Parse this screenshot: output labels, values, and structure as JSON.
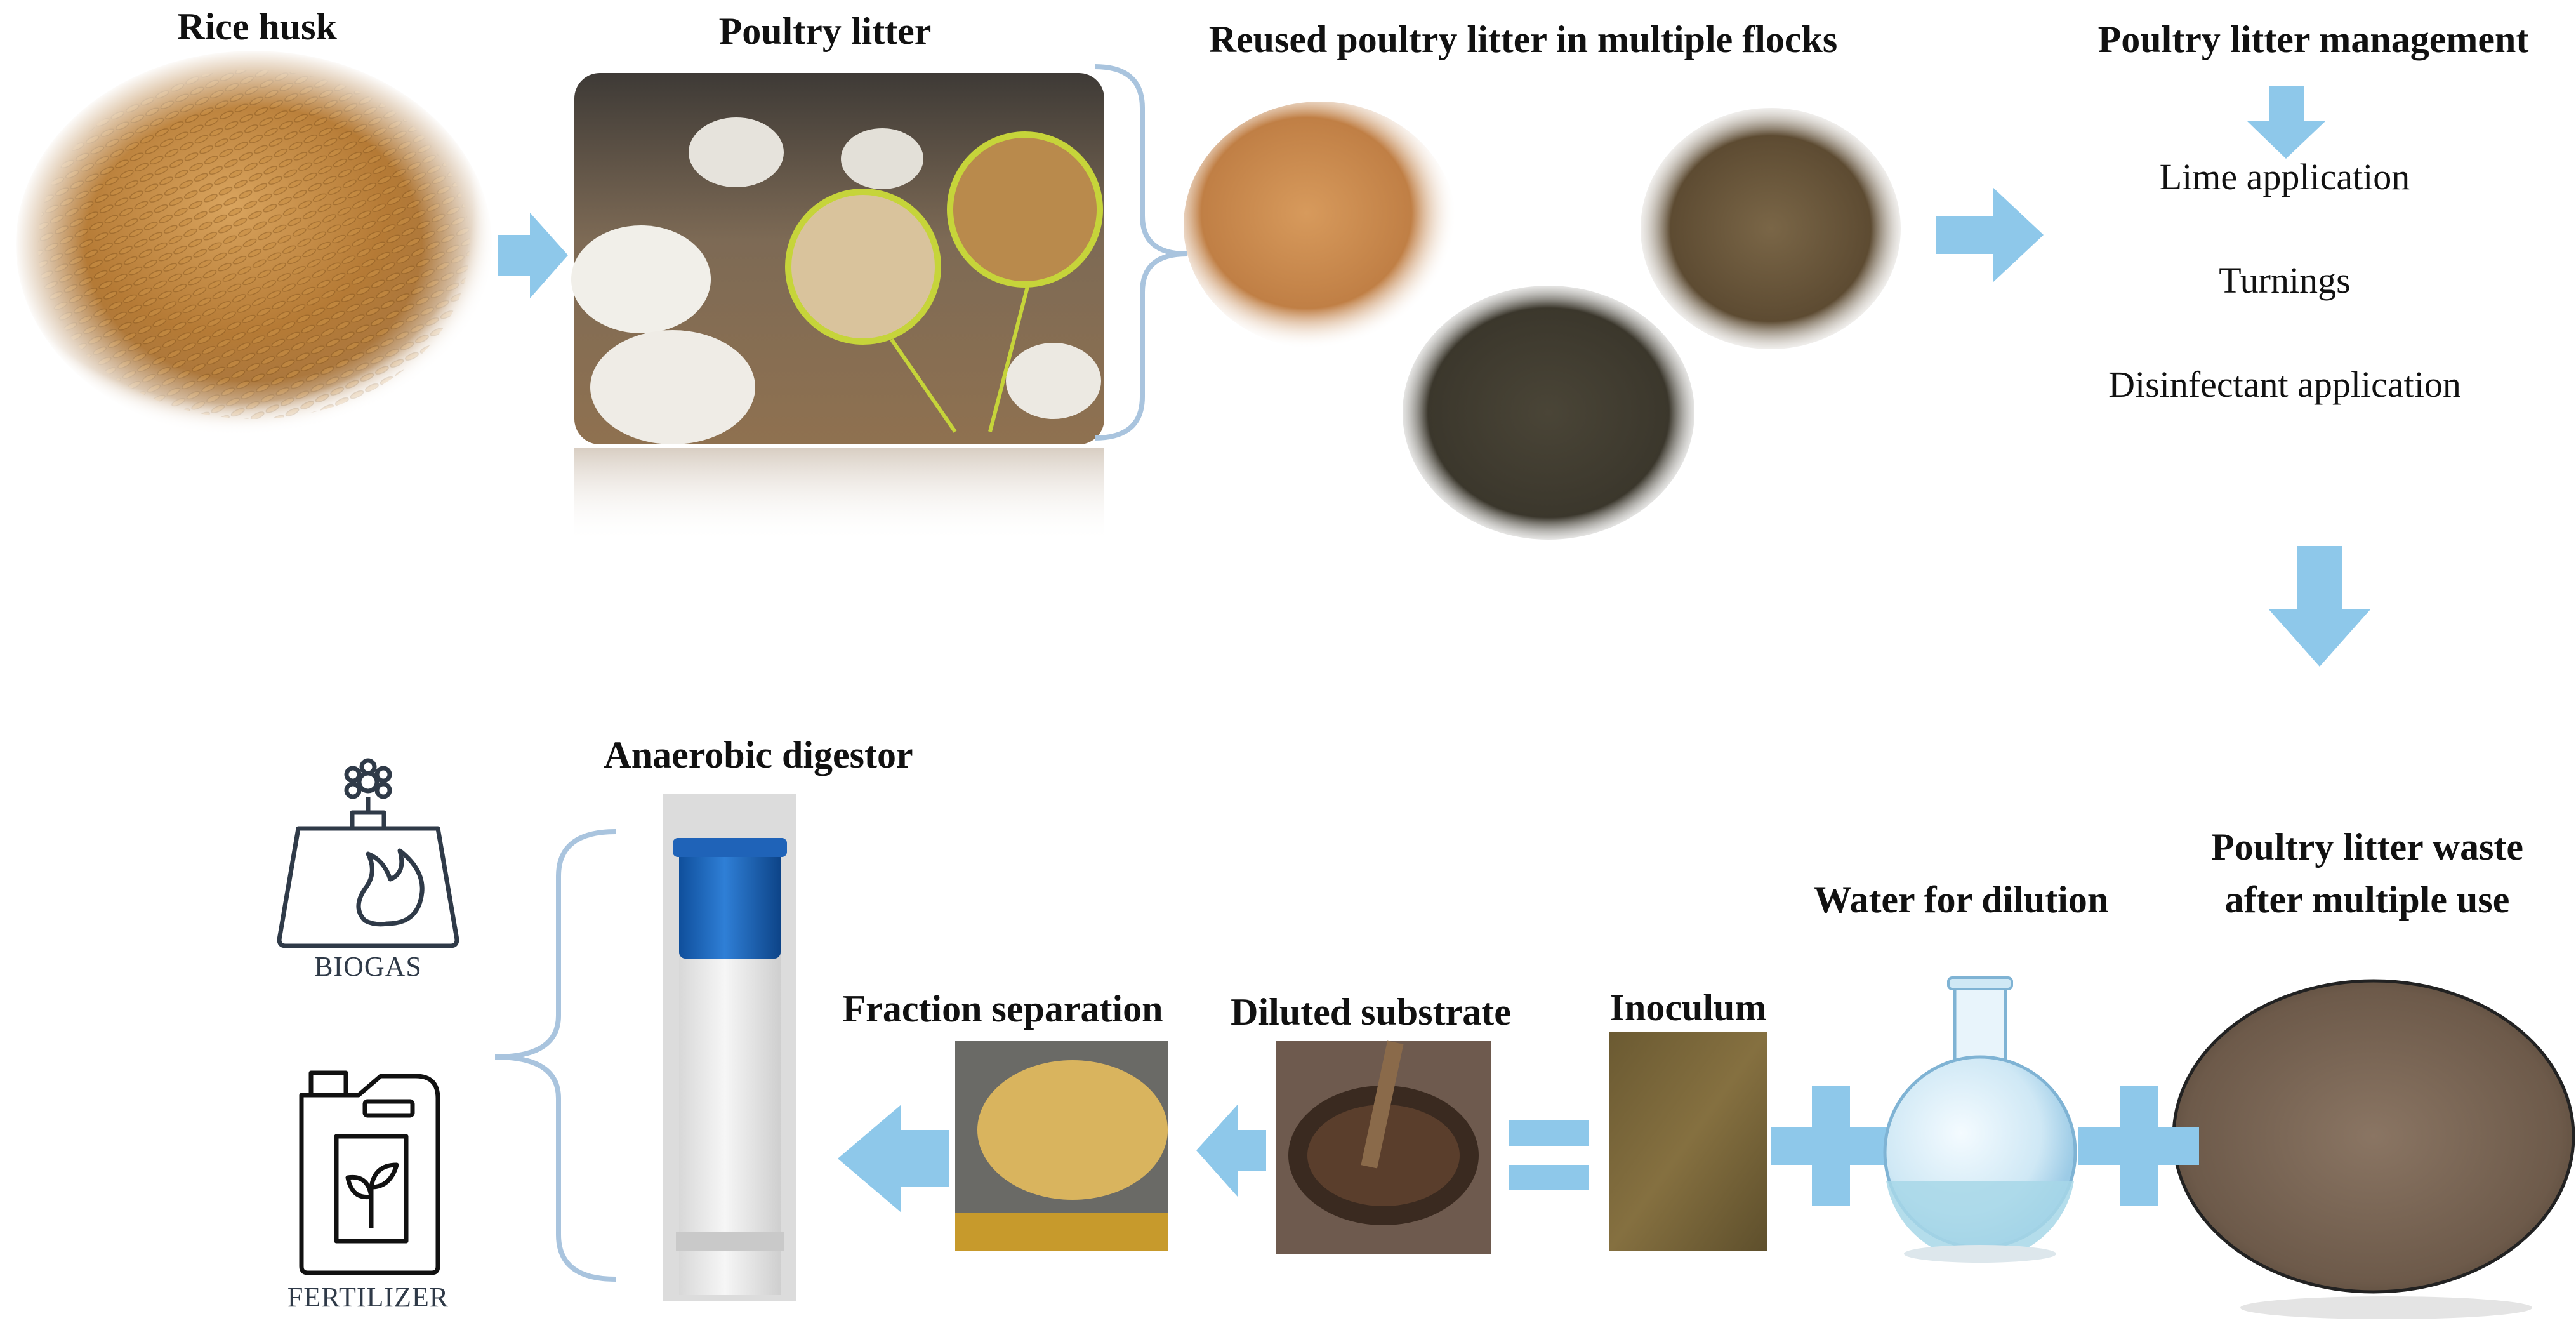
{
  "labels": {
    "rice_husk": "Rice husk",
    "poultry_litter": "Poultry litter",
    "reused_litter": "Reused poultry litter in multiple flocks",
    "management": "Poultry litter management",
    "waste_line1": "Poultry litter waste",
    "waste_line2": "after multiple use",
    "water": "Water for dilution",
    "inoculum": "Inoculum",
    "diluted": "Diluted substrate",
    "fraction": "Fraction separation",
    "digestor": "Anaerobic digestor"
  },
  "management_steps": [
    "Lime application",
    "Turnings",
    "Disinfectant application"
  ],
  "outputs": {
    "biogas": "BIOGAS",
    "fertilizer": "FERTILIZER"
  },
  "colors": {
    "arrow": "#8ec8ea",
    "bracket": "#a9c4de",
    "icon_stroke": "#2f3a48"
  }
}
